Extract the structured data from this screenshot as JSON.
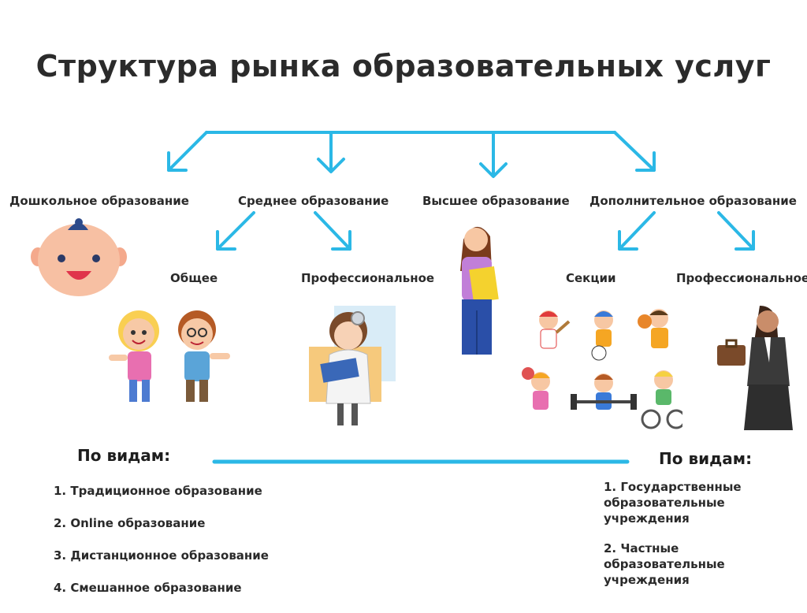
{
  "title": "Структура рынка образовательных услуг",
  "level1": [
    "Дошкольное образование",
    "Среднее образование",
    "Высшее образование",
    "Дополнительное образование"
  ],
  "secondary": {
    "general": "Общее",
    "professional": "Профессиональное"
  },
  "additional": {
    "sections": "Секции",
    "professional": "Профессиональное"
  },
  "left_types": {
    "heading": "По видам:",
    "items": [
      "1. Традиционное образование",
      "2. Online образование",
      "3. Дистанционное образование",
      "4. Смешанное образование"
    ]
  },
  "right_types": {
    "heading": "По видам:",
    "items": [
      "1. Государственные образовательные учреждения",
      "2. Частные образовательные учреждения"
    ]
  },
  "colors": {
    "arrow": "#2bb8e6"
  }
}
